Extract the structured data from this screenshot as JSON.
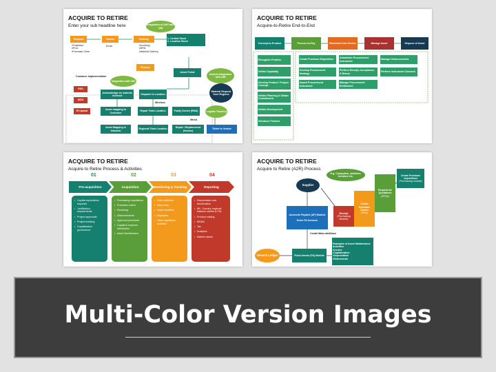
{
  "slides": [
    {
      "title": "ACQUIRE TO RETIRE",
      "subtitle": "Enter your sub headline here",
      "top_row": [
        "Request",
        "Vendor",
        "Delivery"
      ],
      "request_list": "•Projection\n•iProc\n•Purchase Order",
      "vendor_text": "Email",
      "delivery_list": "•Invoicing\n•MRN\n•Material Delivery",
      "finance": "Finance",
      "integration_sap": "Integration of SAP with UIM",
      "stock_list": "1.  Central Stock\n2.  Location Stock",
      "asset_portal": "Asset Portal",
      "custom_integration": "Custom Integration with UIM",
      "material_request": "Material Request from Regions",
      "integration_uim": "Integration with UIM",
      "customer_impl": "Customer Implementation",
      "side_tags": [
        "RSD",
        "WSG",
        "IR Upload"
      ],
      "acknowledge": "Acknowledge on material received",
      "dispatch": "Dispatch to Location",
      "wireless": "Wireless",
      "asset_mapping_customer": "Asset mapping to Customer",
      "repair_team": "Repair Team Location",
      "faulty_device": "Faulty Device (RMA)",
      "logistic": "Logistic Tracking",
      "wired": "Wired",
      "asset_mapping_infodesk": "Asset Mapping in Infodesk",
      "regional_team": "Regional Team Location",
      "repair_replacement": "Repair / Replacement (Vendor)",
      "ticket_vendor": "Ticket to Vendor"
    },
    {
      "title": "ACQUIRE TO RETIRE",
      "subtitle": "Acquire-to-Retire End-to-End",
      "stages": [
        "Concept-to-Product",
        "Procure-to-Pay",
        "Placement into Service",
        "Manage Asset",
        "Dispose of Asset"
      ],
      "col1": [
        "Recognize Problem",
        "Define Capability",
        "Develop Product / Project Concept",
        "Initiate Planning & Obtain Commitment",
        "Initiate Development",
        "Introduce Product"
      ],
      "col2": [
        "Create Purchase Requisition",
        "Develop Procurement Strategy",
        "Award Procurement Instrument"
      ],
      "col3": [
        "Administer Procurement Instrument",
        "Perform Receipt, Acceptance, & Return",
        "Manage Procurement Entitlement"
      ],
      "col4": [
        "Manage Disbursements",
        "Perform Instrument Closeout"
      ]
    },
    {
      "title": "ACQUIRE TO RETIRE",
      "subtitle": "Acquire to Retire Process & Activities",
      "phases": [
        {
          "num": "01",
          "label": "Pre-acquisition",
          "items": [
            "Capital expenditure requests",
            "Justification requirements",
            "Project approvals",
            "Project tracking",
            "Capitalization governance"
          ]
        },
        {
          "num": "02",
          "label": "Acquisition",
          "items": [
            "Purchasing requisitions",
            "Purchase orders",
            "Receiving",
            "Disbursements",
            "Approval processes",
            "Capital & expense distribution",
            "Asset identification"
          ]
        },
        {
          "num": "03",
          "label": "Monitoring & Tracking",
          "items": [
            "Data collection",
            "Data entry",
            "Asset transfers",
            "Disposals",
            "Other significant activities"
          ]
        },
        {
          "num": "04",
          "label": "Reporting",
          "items": [
            "Depreciation and amortization",
            "IBL, Country, regional balance sheets & P&L",
            "Product costing",
            "MD&A",
            "Tax",
            "Analytics",
            "Market values"
          ]
        }
      ]
    },
    {
      "title": "ACQUIRE TO RETIRE",
      "subtitle": "Acquire to Retire (A2R) Process",
      "eg": "E.g. Computers, websites, furniture etc.",
      "supplier": "Supplier",
      "create_pr": "Create Purchase requisitions",
      "create_pr_sub": "(Purchasing module)",
      "rfq": "Request for Quotations",
      "rfq_sub": "(RFQs)",
      "create_po": "Create Purchase Orders",
      "create_po_sub": "(POs)",
      "receipt": "Receipt",
      "receipt_sub": "(Purchasing Module)",
      "ap": "Accounts Payable (AP) Module",
      "ap_sub": "Enter PA Invoices",
      "create_mass": "Create Mass additions",
      "fa": "Fixed Assets (FA) Module",
      "gl": "General Ledger",
      "examples_title": "Examples of Asset Maintenance Activities",
      "examples_list": "•Invoice\n•Capitalization\n•Depreciation\n•Retirements"
    }
  ],
  "banner": "Multi-Color Version Images",
  "colors": {
    "green": "#5a9e3a",
    "teal": "#15806e",
    "orange": "#f39a1c",
    "red": "#c0392b",
    "darkred": "#a8322f",
    "navy": "#163a52",
    "blue": "#1c6fb8",
    "banner_bg": "#3d3d3d"
  }
}
